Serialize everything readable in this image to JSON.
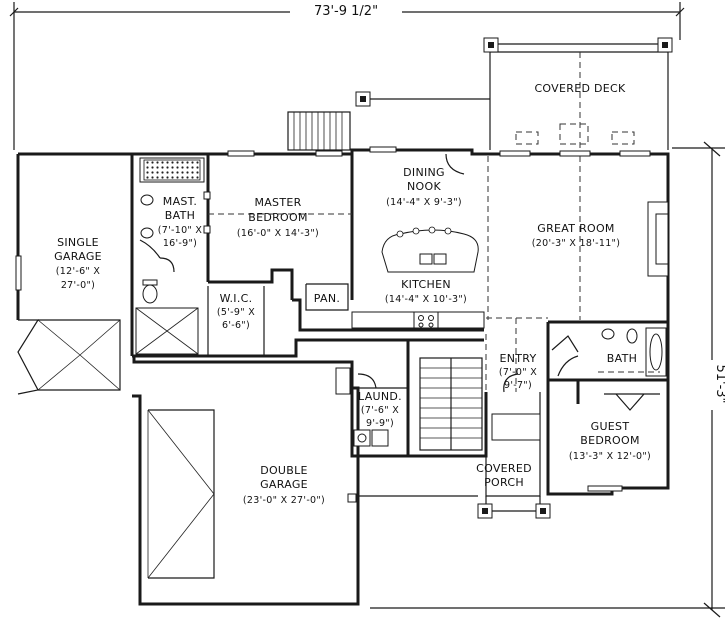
{
  "dimensions": {
    "width": "73'-9 1/2\"",
    "depth": "51'-3\""
  },
  "rooms": {
    "covered_deck": {
      "name": "COVERED DECK"
    },
    "dining_nook": {
      "name_line1": "DINING",
      "name_line2": "NOOK",
      "size": "(14'-4\" X 9'-3\")"
    },
    "great_room": {
      "name": "GREAT ROOM",
      "size": "(20'-3\" X 18'-11\")"
    },
    "master_bedroom": {
      "name_line1": "MASTER",
      "name_line2": "BEDROOM",
      "size": "(16'-0\" X 14'-3\")"
    },
    "master_bath": {
      "name_line1": "MAST.",
      "name_line2": "BATH",
      "size_line1": "(7'-10\" X",
      "size_line2": "16'-9\")"
    },
    "single_garage": {
      "name_line1": "SINGLE",
      "name_line2": "GARAGE",
      "size_line1": "(12'-6\" X",
      "size_line2": "27'-0\")"
    },
    "kitchen": {
      "name": "KITCHEN",
      "size": "(14'-4\" X 10'-3\")"
    },
    "pantry": {
      "name": "PAN."
    },
    "wic": {
      "name": "W.I.C.",
      "size_line1": "(5'-9\" X",
      "size_line2": "6'-6\")"
    },
    "entry": {
      "name": "ENTRY",
      "size_line1": "(7'-0\" X",
      "size_line2": "9'-7\")"
    },
    "bath": {
      "name": "BATH"
    },
    "laundry": {
      "name": "LAUND.",
      "size_line1": "(7'-6\" X",
      "size_line2": "9'-9\")"
    },
    "guest_bedroom": {
      "name_line1": "GUEST",
      "name_line2": "BEDROOM",
      "size": "(13'-3\" X 12'-0\")"
    },
    "covered_porch": {
      "name_line1": "COVERED",
      "name_line2": "PORCH"
    },
    "double_garage": {
      "name_line1": "DOUBLE",
      "name_line2": "GARAGE",
      "size": "(23'-0\" X 27'-0\")"
    }
  }
}
